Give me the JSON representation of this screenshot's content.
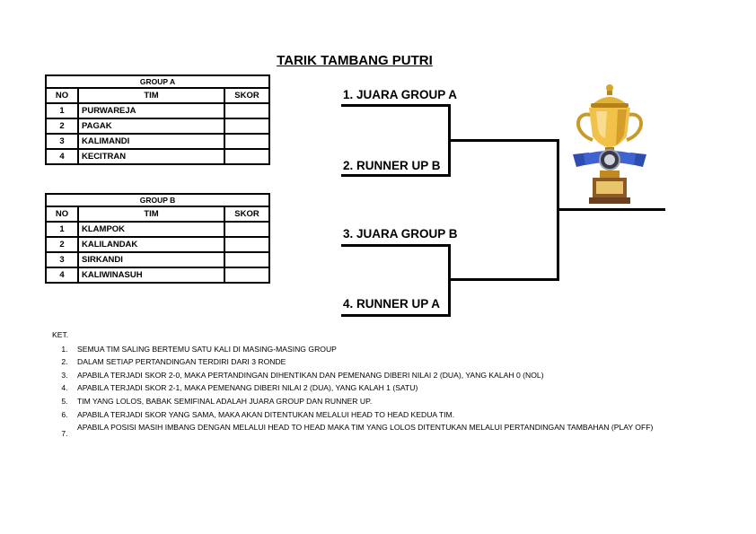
{
  "title": "TARIK TAMBANG PUTRI",
  "groups": [
    {
      "name": "GROUP A",
      "headers": {
        "no": "NO",
        "tim": "TIM",
        "skor": "SKOR"
      },
      "rows": [
        {
          "no": "1",
          "tim": "PURWAREJA",
          "skor": ""
        },
        {
          "no": "2",
          "tim": "PAGAK",
          "skor": ""
        },
        {
          "no": "3",
          "tim": "KALIMANDI",
          "skor": ""
        },
        {
          "no": "4",
          "tim": "KECITRAN",
          "skor": ""
        }
      ]
    },
    {
      "name": "GROUP B",
      "headers": {
        "no": "NO",
        "tim": "TIM",
        "skor": "SKOR"
      },
      "rows": [
        {
          "no": "1",
          "tim": "KLAMPOK",
          "skor": ""
        },
        {
          "no": "2",
          "tim": "KALILANDAK",
          "skor": ""
        },
        {
          "no": "3",
          "tim": "SIRKANDI",
          "skor": ""
        },
        {
          "no": "4",
          "tim": "KALIWINASUH",
          "skor": ""
        }
      ]
    }
  ],
  "bracket": {
    "slot1": "1. JUARA GROUP A",
    "slot2": "2. RUNNER UP B",
    "slot3": "3. JUARA GROUP B",
    "slot4": "4. RUNNER UP A"
  },
  "trophy_icon": "trophy-icon",
  "notes": {
    "heading": "KET.",
    "items": [
      {
        "num": "1.",
        "text": "SEMUA TIM SALING BERTEMU SATU KALI DI MASING-MASING GROUP"
      },
      {
        "num": "2.",
        "text": "DALAM SETIAP PERTANDINGAN TERDIRI DARI 3 RONDE"
      },
      {
        "num": "3.",
        "text": "APABILA TERJADI SKOR 2-0, MAKA PERTANDINGAN DIHENTIKAN DAN PEMENANG DIBERI NILAI 2 (DUA), YANG KALAH 0 (NOL)"
      },
      {
        "num": "4.",
        "text": "APABILA TERJADI SKOR 2-1, MAKA PEMENANG DIBERI NILAI 2 (DUA), YANG KALAH 1 (SATU)"
      },
      {
        "num": "5.",
        "text": "TIM YANG LOLOS, BABAK SEMIFINAL ADALAH JUARA GROUP DAN RUNNER UP."
      },
      {
        "num": "6.",
        "text": "APABILA TERJADI SKOR YANG SAMA, MAKA AKAN DITENTUKAN MELALUI HEAD TO HEAD KEDUA TIM."
      },
      {
        "num": "7.",
        "text": "APABILA POSISI MASIH IMBANG DENGAN MELALUI HEAD TO HEAD MAKA TIM YANG LOLOS DITENTUKAN MELALUI PERTANDINGAN TAMBAHAN (PLAY OFF)"
      }
    ]
  }
}
